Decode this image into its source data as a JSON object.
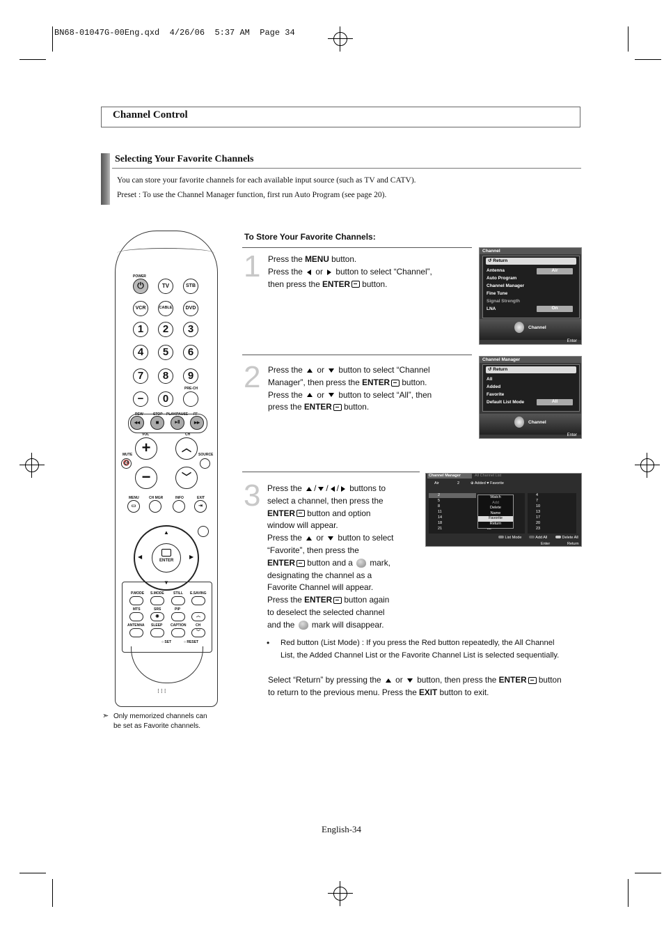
{
  "print_header": "BN68-01047G-00Eng.qxd  4/26/06  5:37 AM  Page 34",
  "section": {
    "title": "Channel Control"
  },
  "subsection": {
    "title": "Selecting Your Favorite Channels",
    "intro_1": "You can store your favorite channels for each available input source (such as TV and CATV).",
    "intro_2": "Preset : To use the Channel Manager function, first run Auto Program (see page 20)."
  },
  "steps_title": "To Store Your Favorite Channels:",
  "step1": {
    "num": "1",
    "l1a": "Press the ",
    "l1b": "MENU",
    "l1c": " button.",
    "l2a": "Press the ",
    "l2b": " or ",
    "l2c": " button to select “Channel”,",
    "l3a": "then press the ",
    "l3b": "ENTER",
    "l3c": " button."
  },
  "step2": {
    "num": "2",
    "l1a": "Press the ",
    "l1b": " or ",
    "l1c": " button to select “Channel",
    "l2a": "Manager”, then press the ",
    "l2b": "ENTER",
    "l2c": " button.",
    "l3a": "Press the ",
    "l3b": " or ",
    "l3c": " button to select “All”, then",
    "l4a": "press the ",
    "l4b": "ENTER",
    "l4c": " button."
  },
  "step3": {
    "num": "3",
    "l1a": "Press the ",
    "l1b": " buttons to",
    "l2": "select a channel, then press the",
    "l3a": "ENTER",
    "l3b": " button and option",
    "l4": "window will appear.",
    "l5a": "Press the ",
    "l5b": " or ",
    "l5c": " button to select",
    "l6": "“Favorite”, then press the",
    "l7a": "ENTER",
    "l7b": " button and a ",
    "l7c": " mark,",
    "l8": "designating the channel as a",
    "l9": "Favorite Channel will appear.",
    "l10a": "Press the ",
    "l10b": "ENTER",
    "l10c": " button again",
    "l11": "to deselect the selected channel",
    "l12a": "and the ",
    "l12b": " mark will disappear."
  },
  "bullet": {
    "l1": "Red button (List Mode) : If you press the Red button repeatedly, the All Channel",
    "l2": "List, the Added Channel List or the Favorite Channel List is selected sequentially."
  },
  "closing": {
    "l1a": "Select “Return” by pressing the ",
    "l1b": " or ",
    "l1c": " button, then press the ",
    "l1d": "ENTER",
    "l1e": " button",
    "l2a": "to return to the previous menu. Press the ",
    "l2b": "EXIT",
    "l2c": " button to exit."
  },
  "note": {
    "l1": "Only memorized channels can",
    "l2": "be set as Favorite channels."
  },
  "page_number": "English-34",
  "screen1": {
    "title": "Channel",
    "return": "Return",
    "items": [
      "Antenna",
      "Auto Program",
      "Channel Manager",
      "Fine Tune",
      "Signal Strength",
      "LNA"
    ],
    "antenna_value": "Air",
    "lna_value": "On",
    "footer_label": "Channel",
    "enter": "Enter"
  },
  "screen2": {
    "title": "Channel Manager",
    "return": "Return",
    "items": [
      "All",
      "Added",
      "Favorite",
      "Default List Mode"
    ],
    "mode_value": "All",
    "footer_label": "Channel",
    "enter": "Enter"
  },
  "screen3": {
    "tab_active": "Channel Manager",
    "tab_inactive": "All Channel List",
    "source": "Air",
    "count": "2",
    "legend_added": "Added",
    "legend_fav": "Favorite",
    "left_col": [
      "2",
      "5",
      "8",
      "11",
      "14",
      "18",
      "21"
    ],
    "mid_col": [
      "22"
    ],
    "right_col": [
      "4",
      "7",
      "10",
      "13",
      "17",
      "20",
      "23"
    ],
    "menu": [
      "Watch",
      "Add",
      "Delete",
      "Name",
      "Favorite",
      "Return"
    ],
    "foot_list": "List Mode",
    "foot_add": "Add All",
    "foot_del": "Delete All",
    "foot_enter": "Enter",
    "foot_return": "Return"
  },
  "remote": {
    "power": "POWER",
    "tv": "TV",
    "stb": "STB",
    "vcr": "VCR",
    "cable": "CABLE",
    "dvd": "DVD",
    "digits": [
      "1",
      "2",
      "3",
      "4",
      "5",
      "6",
      "7",
      "8",
      "9",
      "0"
    ],
    "prech": "PRE-CH",
    "rew": "REW",
    "stop": "STOP",
    "play": "PLAY/PAUSE",
    "ff": "FF",
    "vol": "VOL",
    "ch": "CH",
    "mute": "MUTE",
    "source": "SOURCE",
    "menu": "MENU",
    "chmgr": "CH MGR",
    "info": "INFO",
    "exit": "EXIT",
    "enter": "ENTER",
    "pmode": "P.MODE",
    "smode": "S.MODE",
    "still": "STILL",
    "esaving": "E.SAVING",
    "mts": "MTS",
    "srs": "SRS",
    "pip": "PIP",
    "antenna": "ANTENNA",
    "sleep": "SLEEP",
    "caption": "CAPTION",
    "ch2": "CH",
    "set": "SET",
    "reset": "RESET"
  }
}
